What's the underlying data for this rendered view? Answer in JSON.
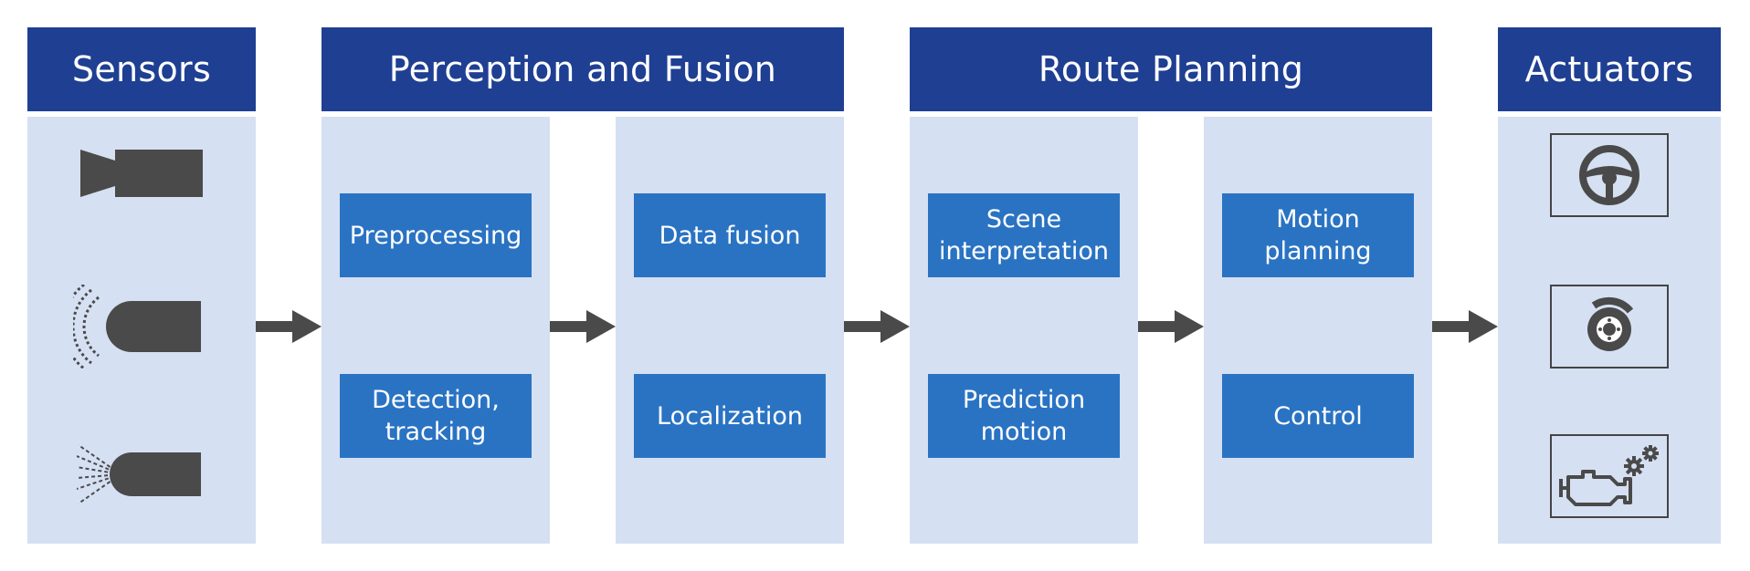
{
  "headers": {
    "sensors": "Sensors",
    "perception": "Perception and Fusion",
    "route": "Route Planning",
    "actuators": "Actuators"
  },
  "boxes": {
    "preprocessing": "Preprocessing",
    "detection": "Detection,\ntracking",
    "data_fusion": "Data fusion",
    "localization": "Localization",
    "scene": "Scene\ninterpretation",
    "prediction": "Prediction\nmotion",
    "motion_planning": "Motion\nplanning",
    "control": "Control"
  },
  "icons": {
    "sensors": [
      "camera-icon",
      "radar-icon",
      "lidar-icon"
    ],
    "actuators": [
      "steering-wheel-icon",
      "brake-disc-icon",
      "engine-icon"
    ],
    "arrows": "right-arrow-icon"
  },
  "colors": {
    "header": "#1f3f93",
    "box": "#2a73c3",
    "panel": "#d5e0f2",
    "arrow": "#4a4a4a",
    "icon": "#4a4a4a"
  }
}
